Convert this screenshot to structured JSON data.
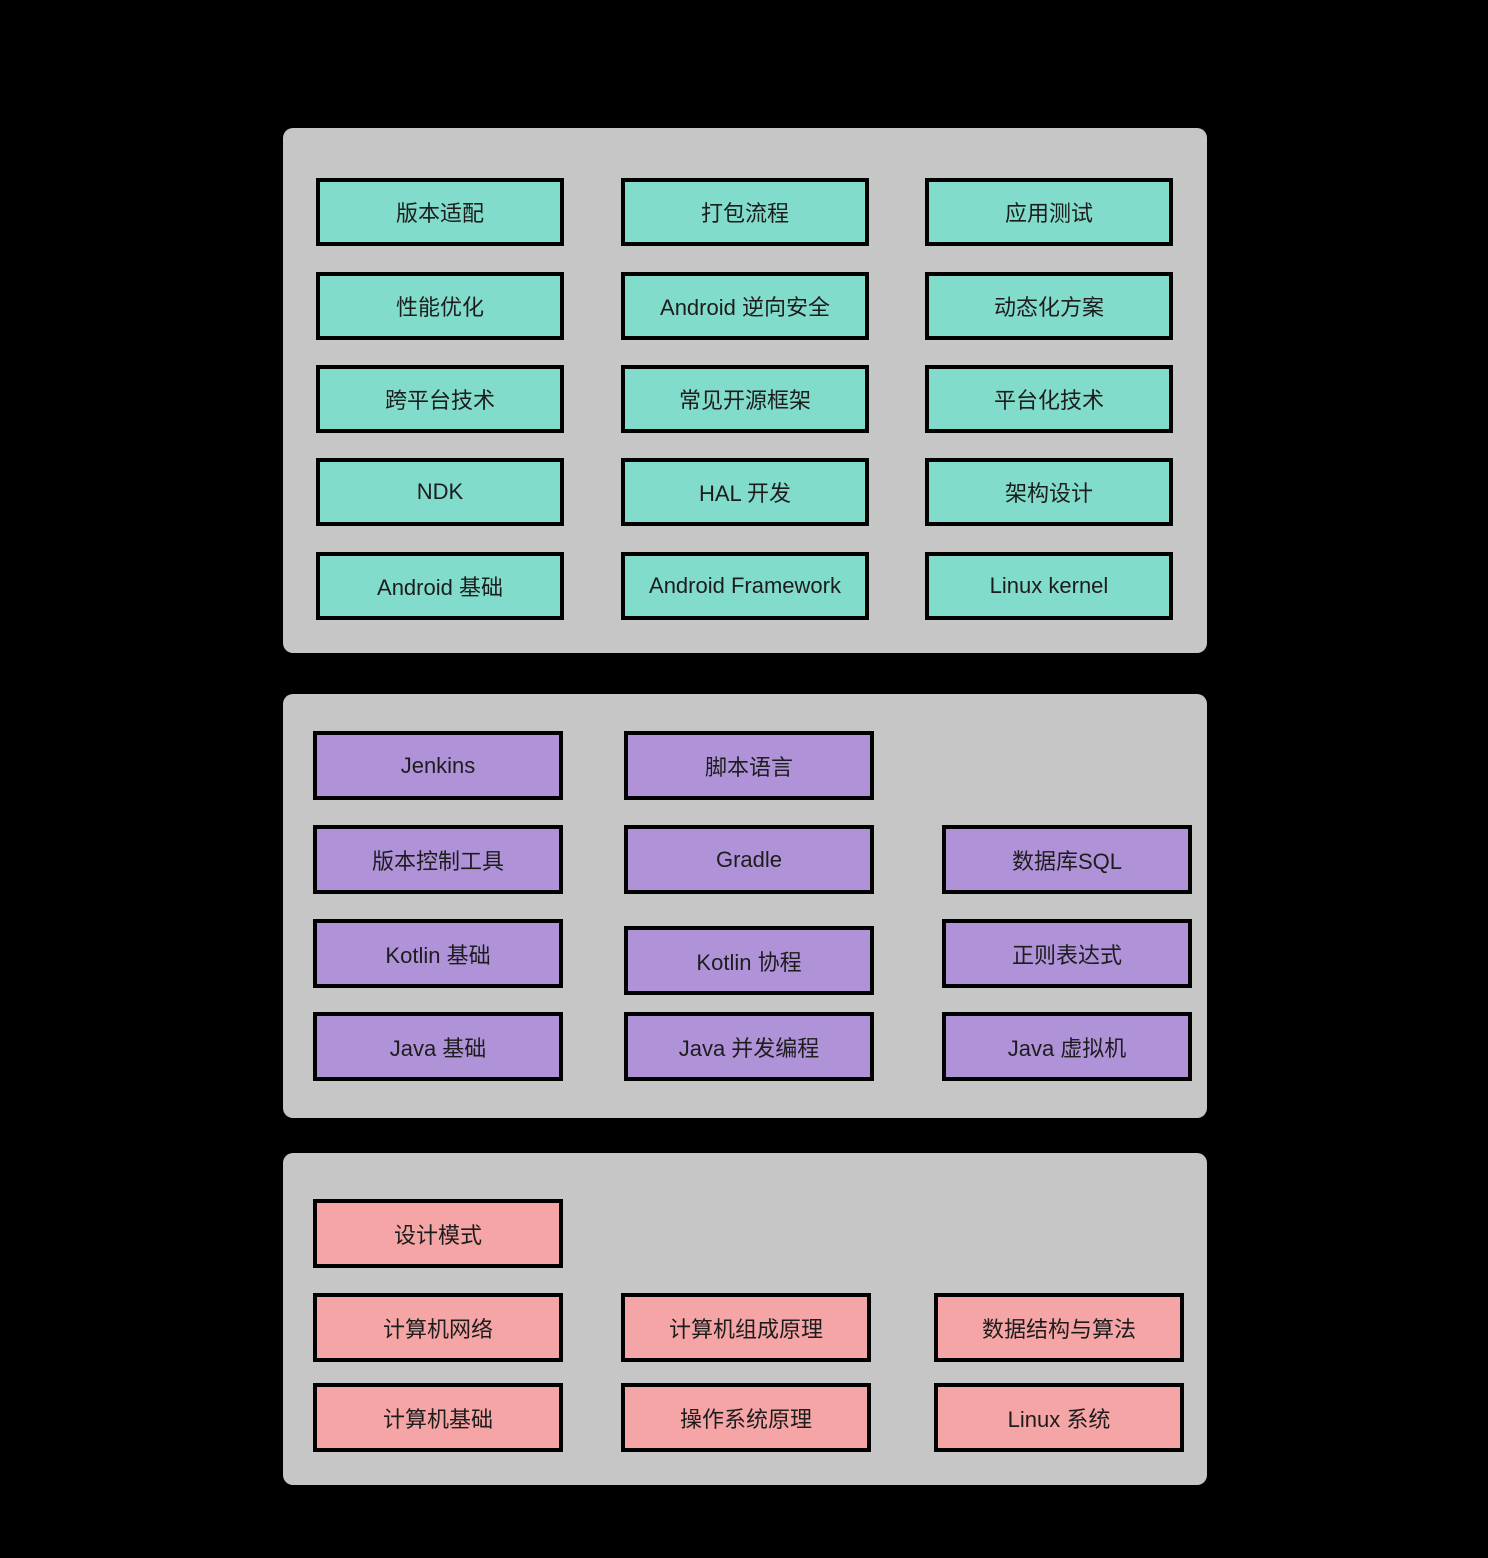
{
  "colors": {
    "background": "#000000",
    "panel_fill": "#C6C6C6",
    "box_border": "#000000",
    "text": "#1D1D1D",
    "tier_android_advanced": "#82DCCC",
    "tier_languages_tools": "#B092D8",
    "tier_cs_basics": "#F5A5A5"
  },
  "panels": [
    {
      "id": "android-advanced",
      "color": "#82DCCC",
      "rows": [
        [
          "版本适配",
          "打包流程",
          "应用测试"
        ],
        [
          "性能优化",
          "Android 逆向安全",
          "动态化方案"
        ],
        [
          "跨平台技术",
          "常见开源框架",
          "平台化技术"
        ],
        [
          "NDK",
          "HAL 开发",
          "架构设计"
        ],
        [
          "Android 基础",
          "Android Framework",
          "Linux kernel"
        ]
      ]
    },
    {
      "id": "languages-and-tools",
      "color": "#B092D8",
      "rows": [
        [
          "Jenkins",
          "脚本语言",
          null
        ],
        [
          "版本控制工具",
          "Gradle",
          "数据库SQL"
        ],
        [
          "Kotlin 基础",
          "Kotlin 协程",
          "正则表达式"
        ],
        [
          "Java 基础",
          "Java 并发编程",
          "Java 虚拟机"
        ]
      ]
    },
    {
      "id": "computer-science-basics",
      "color": "#F5A5A5",
      "rows": [
        [
          "设计模式",
          null,
          null
        ],
        [
          "计算机网络",
          "计算机组成原理",
          "数据结构与算法"
        ],
        [
          "计算机基础",
          "操作系统原理",
          "Linux 系统"
        ]
      ]
    }
  ]
}
